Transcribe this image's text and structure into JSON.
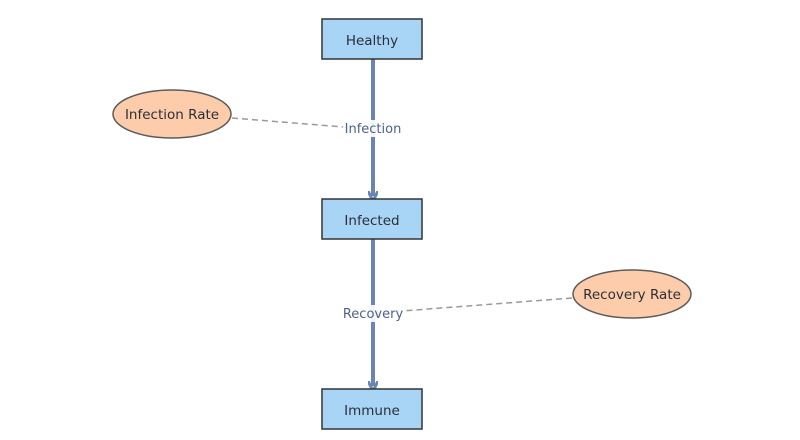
{
  "stocks": {
    "healthy": "Healthy",
    "infected": "Infected",
    "immune": "Immune"
  },
  "flows": {
    "infection": "Infection",
    "recovery": "Recovery"
  },
  "variables": {
    "infection_rate": "Infection Rate",
    "recovery_rate": "Recovery Rate"
  },
  "colors": {
    "stock_fill": "#a8d4f6",
    "stock_stroke": "#333333",
    "flow": "#6b85b3",
    "variable_fill": "#fdccaa",
    "variable_stroke": "#5c5c5c",
    "link": "#9a9a9a"
  }
}
